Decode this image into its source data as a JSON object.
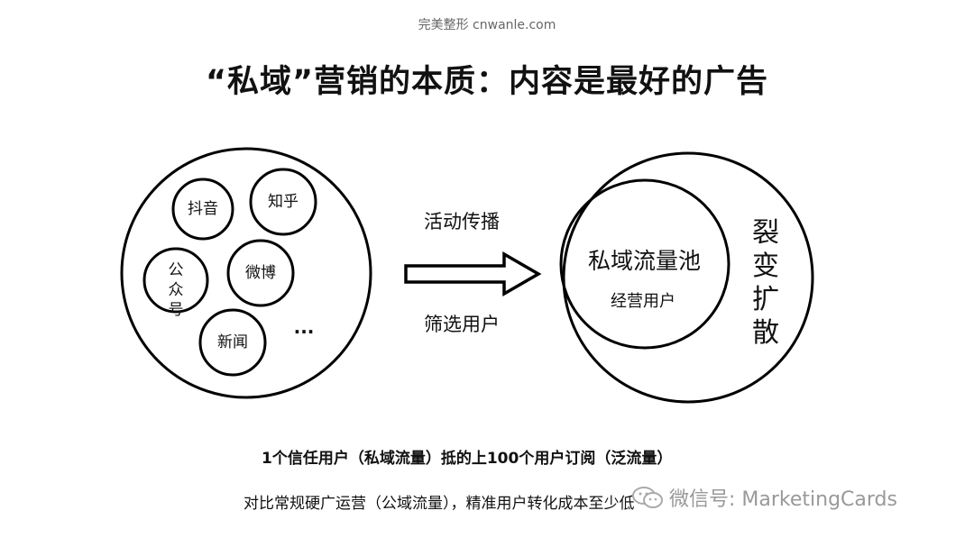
{
  "watermark": "完美整形 cnwanle.com",
  "title": "“私域”营销的本质：内容是最好的广告",
  "left_circle": {
    "platforms": [
      "抖音",
      "知乎",
      "公众号",
      "微博",
      "新闻"
    ],
    "more": "..."
  },
  "arrow": {
    "top_label": "活动传播",
    "bottom_label": "筛选用户"
  },
  "right_circle": {
    "pool_title": "私域流量池",
    "pool_sub": "经营用户",
    "spread_chars": [
      "裂",
      "变",
      "扩",
      "散"
    ]
  },
  "captions": {
    "line1": "1个信任用户（私域流量）抵的上100个用户订阅（泛流量）",
    "line2": "对比常规硬广运营（公域流量），精准用户转化成本至少低"
  },
  "wechat": "微信号: MarketingCards"
}
